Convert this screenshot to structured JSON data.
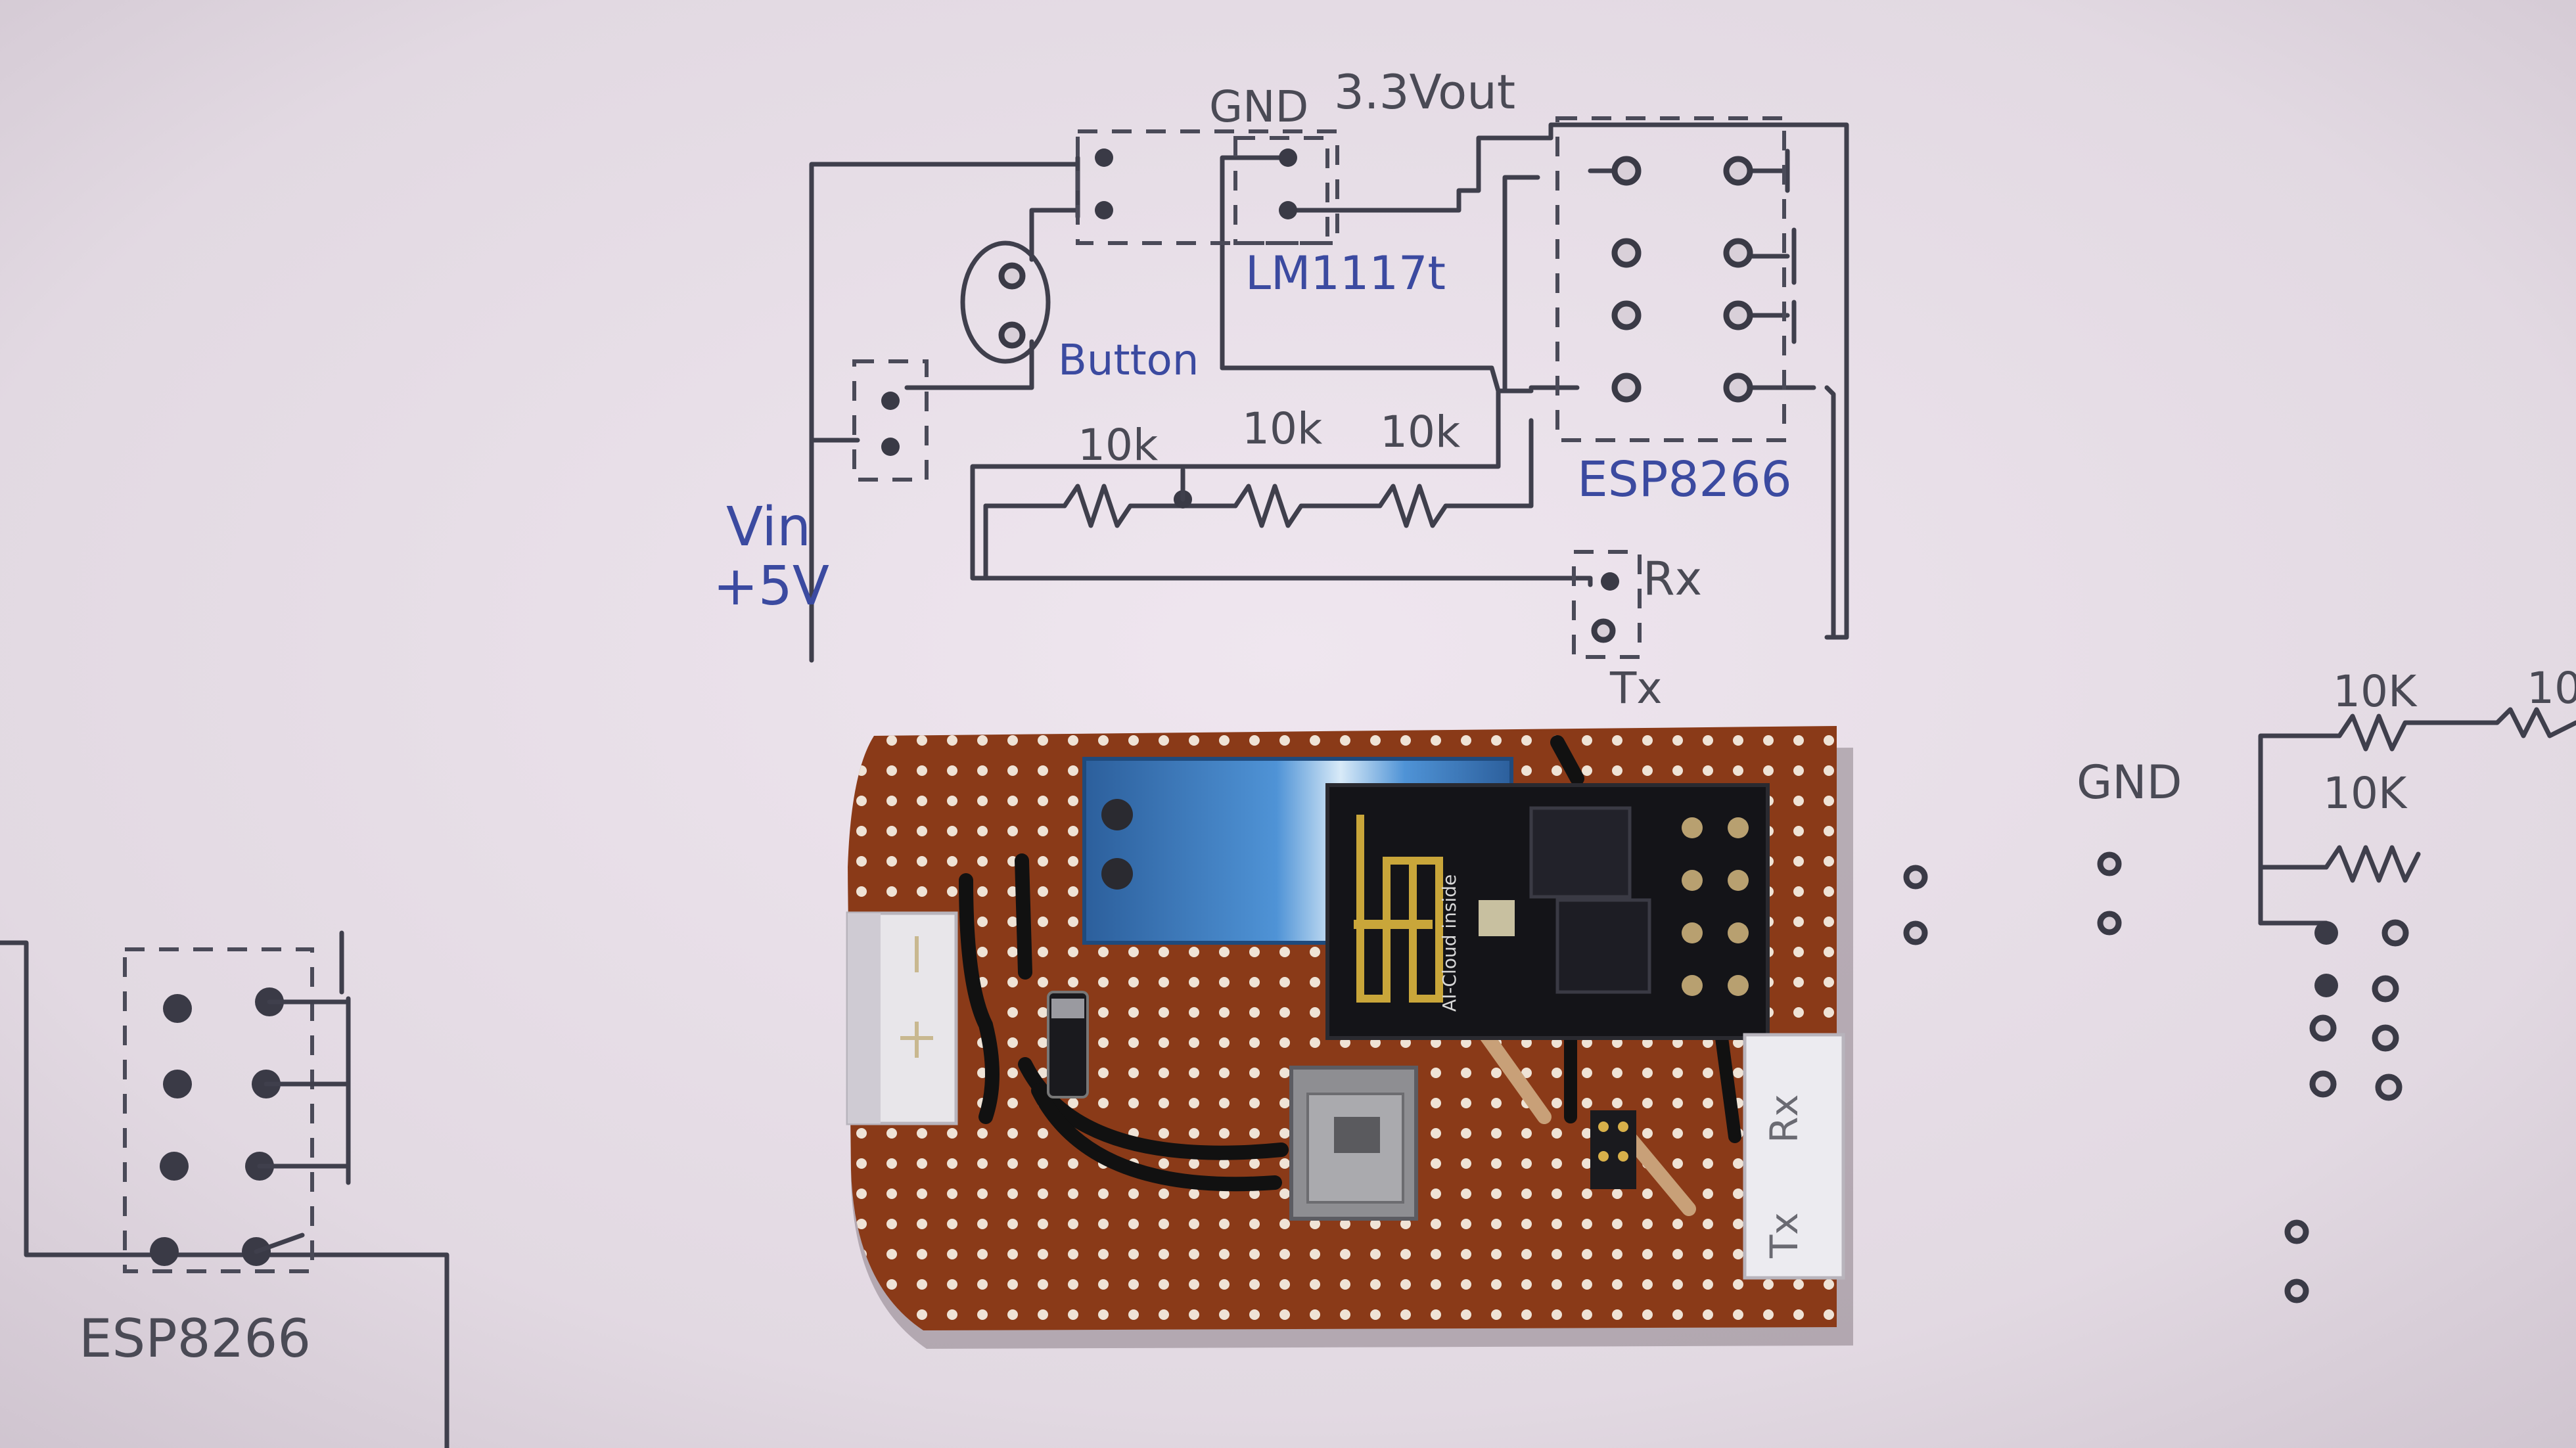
{
  "colors": {
    "paper": "#e6dde6",
    "ink_blue": "#3b4aa0",
    "ink_dark": "#3f3f4c",
    "pcb": "#8a3a18",
    "relay_blue": "#2f6fb0",
    "module_black": "#141418"
  },
  "schematic": {
    "gnd_label": "GND",
    "vout_label": "3.3Vout",
    "regulator_label": "LM1117t",
    "button_label": "Button",
    "resistor_label_1": "10k",
    "resistor_label_2": "10k",
    "resistor_label_3": "10k",
    "module_label": "ESP8266",
    "rx_label": "Rx",
    "tx_label": "Tx",
    "vin_label": "Vin",
    "vin_voltage": "+5V"
  },
  "left_sketch": {
    "module_label": "ESP8266"
  },
  "right_sketch": {
    "gnd_label": "GND",
    "resistor_label_1": "10K",
    "resistor_label_2": "10",
    "resistor_label_3": "10K"
  },
  "board": {
    "module_print": "AI-Cloud inside",
    "header_rx": "Rx",
    "header_tx": "Tx"
  }
}
